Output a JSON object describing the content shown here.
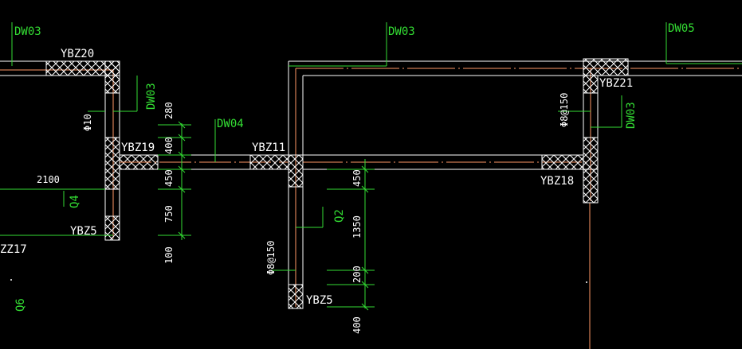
{
  "colors": {
    "background": "#000000",
    "wall": "#ffffff",
    "axis": "#33dd33",
    "dim_line": "#33dd33",
    "rebar": "#ff9966",
    "column": "#ffffff"
  },
  "labels": {
    "dw03_left": "DW03",
    "dw03_mid": "DW03",
    "dw05": "DW05",
    "ybz20": "YBZ20",
    "dw03_vertical": "DW03",
    "dim_280": "280",
    "phi10": "Φ10",
    "dw04": "DW04",
    "ybz19": "YBZ19",
    "dim_400": "400",
    "ybz11": "YBZ11",
    "ybz21": "YBZ21",
    "phi8_150_right": "Φ8@150",
    "dw03_right_vertical": "DW03",
    "dim_2100": "2100",
    "dim_450_left": "450",
    "dim_450_mid": "450",
    "ybz18": "YBZ18",
    "q4": "Q4",
    "dim_750": "750",
    "q2": "Q2",
    "ybz5_left": "YBZ5",
    "dim_1350": "1350",
    "ybz17": "ZZ17",
    "phi8_150_mid": "Φ8@150",
    "dim_100": "100",
    "dim_200": "200",
    "q6": "Q6",
    "ybz5_mid": "YBZ5",
    "dim_400_bottom": "400"
  }
}
